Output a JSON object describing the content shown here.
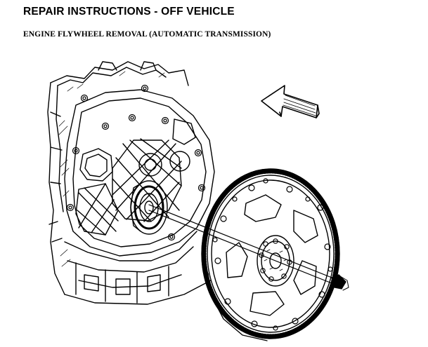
{
  "document": {
    "title": "REPAIR INSTRUCTIONS - OFF VEHICLE",
    "subtitle": "ENGINE FLYWHEEL REMOVAL (AUTOMATIC TRANSMISSION)"
  },
  "figure": {
    "line_color": "#000000",
    "background": "#ffffff",
    "icons": [
      "direction-arrow-icon",
      "flywheel",
      "flywheel-bolt",
      "engine-block",
      "crankshaft-flange"
    ]
  }
}
